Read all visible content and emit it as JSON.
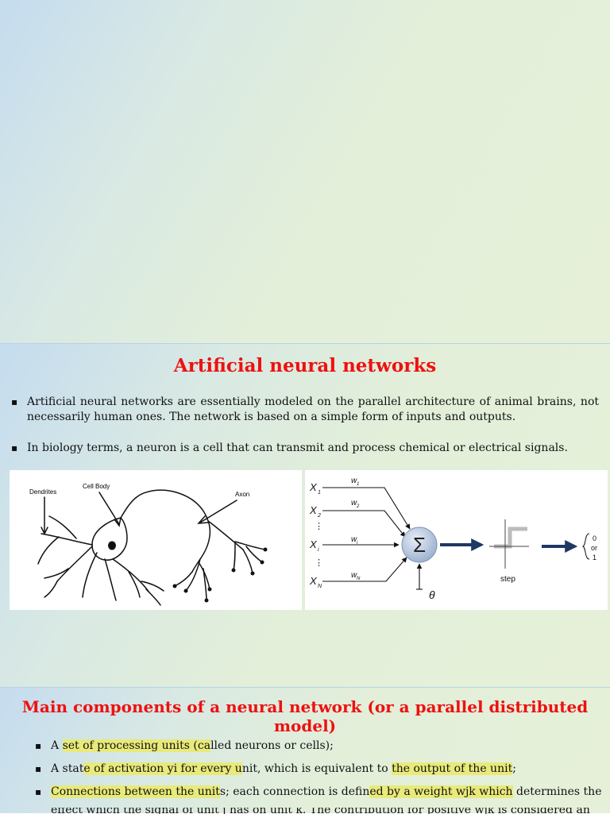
{
  "slide2": {
    "title": "Artificial neural networks",
    "bullets": [
      "Artificial neural networks are essentially modeled on the parallel architecture of animal brains, not necessarily human ones. The network is based on a simple form of inputs and outputs.",
      "In biology terms, a neuron is a cell that can transmit and process chemical or electrical signals."
    ],
    "neuron_figure": {
      "labels": [
        "Dendrites",
        "Cell Body",
        "Axon"
      ]
    },
    "perceptron_figure": {
      "inputs": [
        "X",
        "X",
        "X",
        "X"
      ],
      "input_subscripts": [
        "1",
        "2",
        "i",
        "N"
      ],
      "weights": [
        "w",
        "w",
        "w",
        "w"
      ],
      "weight_subscripts": [
        "1",
        "2",
        "i",
        "N"
      ],
      "sum_symbol": "Σ",
      "threshold": "θ",
      "step_label": "step",
      "output": [
        "0",
        "or",
        "1"
      ],
      "dots": "⋮"
    }
  },
  "slide3": {
    "title": "Main components of a neural network (or a parallel distributed model)",
    "items": [
      {
        "a": "A ",
        "b": "set of processing units (ca",
        "c": "lled neurons or cells);"
      },
      {
        "a": "A stat",
        "b": "e of activation yi for every u",
        "c": "nit, which is equivalent to ",
        "d": "the output of the unit",
        "e": ";"
      },
      {
        "a": "",
        "b": "Connections between the unit",
        "c": "s; each connection is defin",
        "d": "ed by a weight wjk which",
        "e": " determines the"
      }
    ],
    "cut_line": "effect which the signal of unit j has on unit k. The contribution for positive wjk is considered an"
  }
}
